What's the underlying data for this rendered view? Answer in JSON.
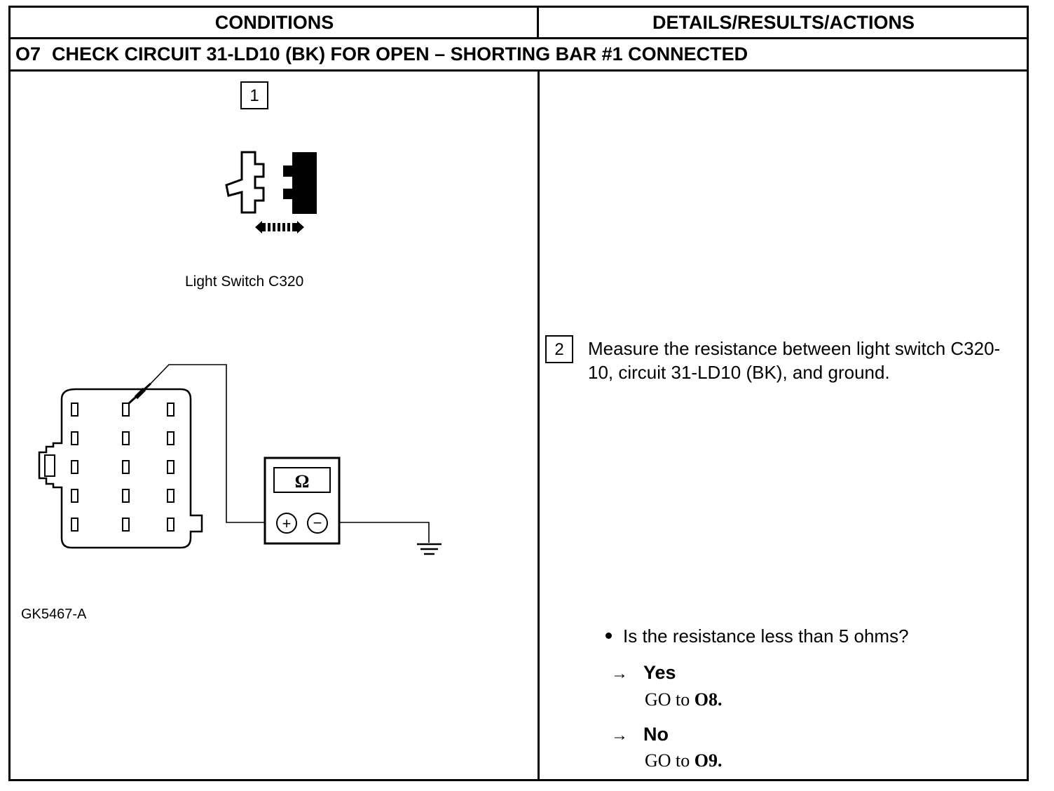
{
  "header": {
    "conditions": "CONDITIONS",
    "details": "DETAILS/RESULTS/ACTIONS"
  },
  "step": {
    "number": "O7",
    "title": "CHECK CIRCUIT 31-LD10 (BK) FOR OPEN – SHORTING BAR #1 CONNECTED"
  },
  "conditions": {
    "step1_label": "1",
    "connector_caption": "Light Switch C320",
    "ohmmeter_symbol": "Ω",
    "plus_symbol": "+",
    "minus_symbol": "−",
    "figure_id": "GK5467-A",
    "icons": [
      "connector-disconnect-icon",
      "double-arrow-icon",
      "connector-face-icon",
      "ohmmeter-icon",
      "ground-icon"
    ]
  },
  "details": {
    "step2_label": "2",
    "instruction": "Measure the resistance between light switch C320-10, circuit 31-LD10 (BK), and ground.",
    "question": "Is the resistance less than 5 ohms?",
    "yes_label": "Yes",
    "yes_action_prefix": "GO to",
    "yes_target": "O8.",
    "no_label": "No",
    "no_action_prefix": "GO to",
    "no_target": "O9."
  },
  "colors": {
    "ink": "#000000",
    "paper": "#ffffff"
  }
}
